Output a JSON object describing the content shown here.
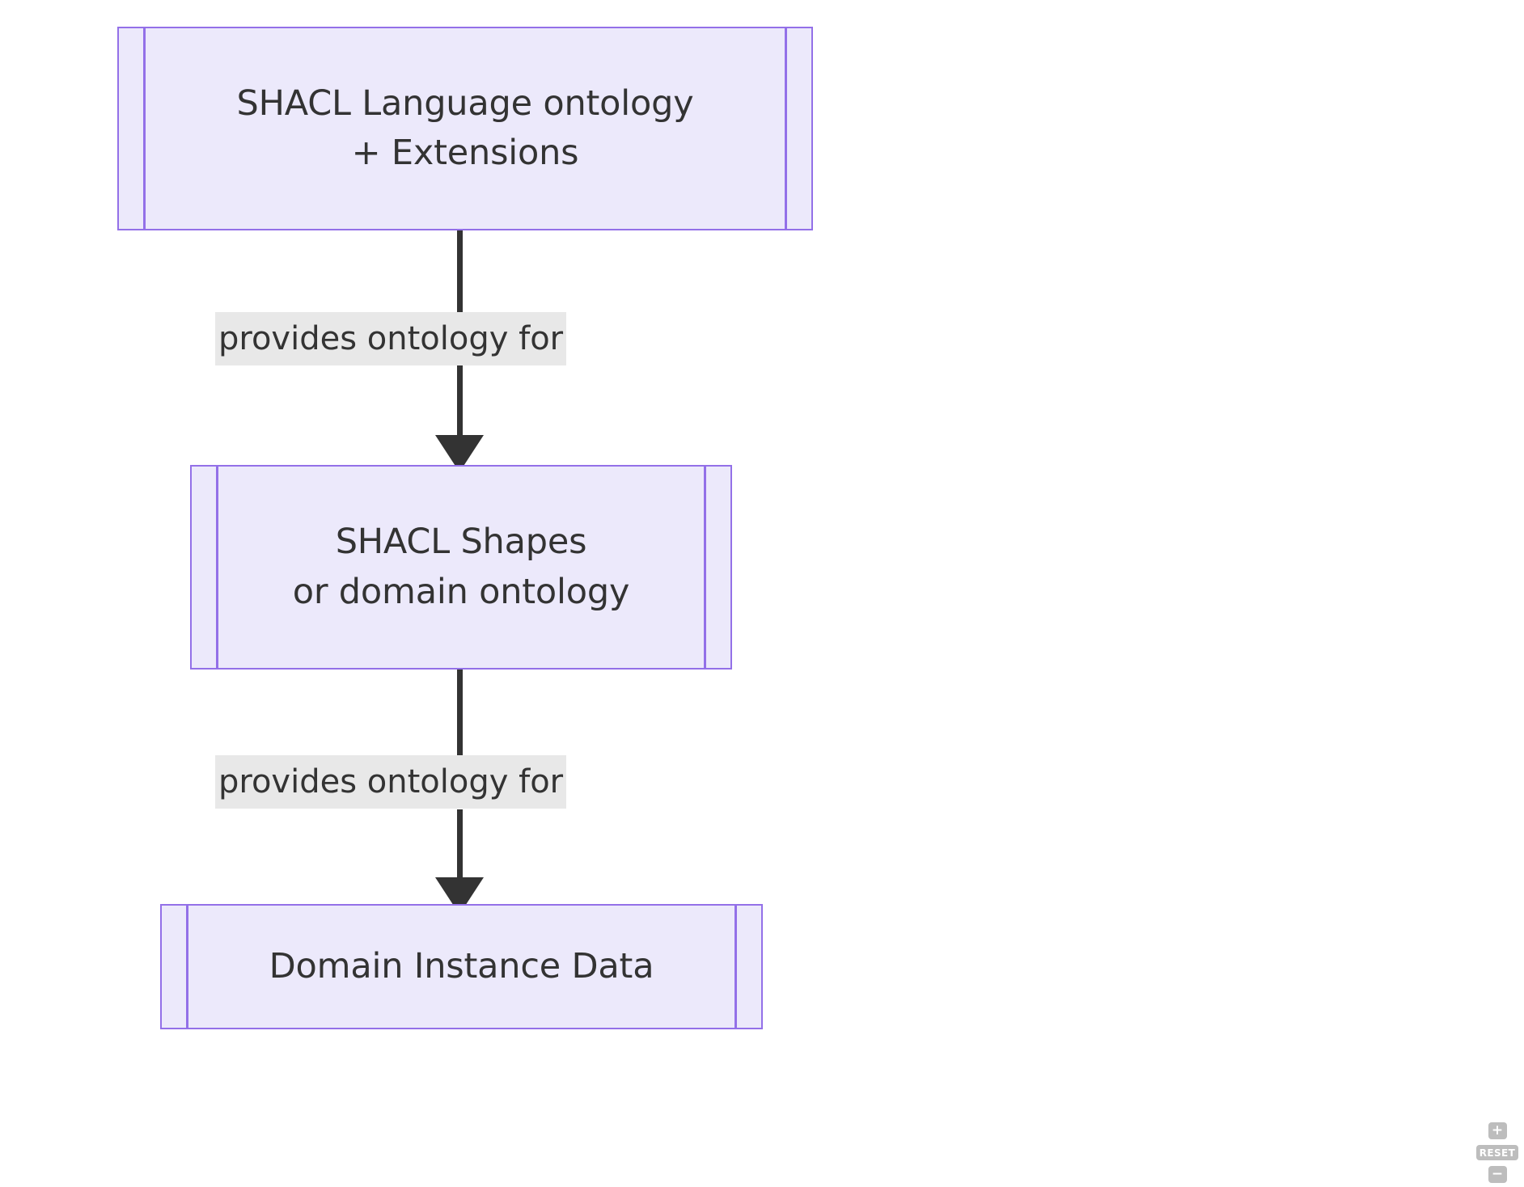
{
  "diagram": {
    "type": "flowchart",
    "direction": "top-to-bottom",
    "theme": {
      "node_fill": "#ece9fb",
      "node_border": "#9370e8",
      "text_color": "#333333",
      "edge_color": "#333333",
      "edge_label_bg": "#e8e8e8",
      "background": "#ffffff"
    },
    "nodes": [
      {
        "id": "language",
        "shape": "subroutine",
        "label": "SHACL Language ontology\n+ Extensions",
        "line1": "SHACL Language ontology",
        "line2": "+ Extensions"
      },
      {
        "id": "shapes",
        "shape": "subroutine",
        "label": "SHACL Shapes\nor domain ontology",
        "line1": "SHACL Shapes",
        "line2": "or domain ontology"
      },
      {
        "id": "instance",
        "shape": "subroutine",
        "label": "Domain Instance Data",
        "line1": "Domain Instance Data",
        "line2": ""
      }
    ],
    "edges": [
      {
        "id": "edge1",
        "from": "language",
        "to": "shapes",
        "label": "provides ontology for",
        "arrow": "filled-triangle"
      },
      {
        "id": "edge2",
        "from": "shapes",
        "to": "instance",
        "label": "provides ontology for",
        "arrow": "filled-triangle"
      }
    ]
  },
  "controls": {
    "zoom_in_label": "+",
    "reset_label": "RESET",
    "zoom_out_label": "−"
  }
}
